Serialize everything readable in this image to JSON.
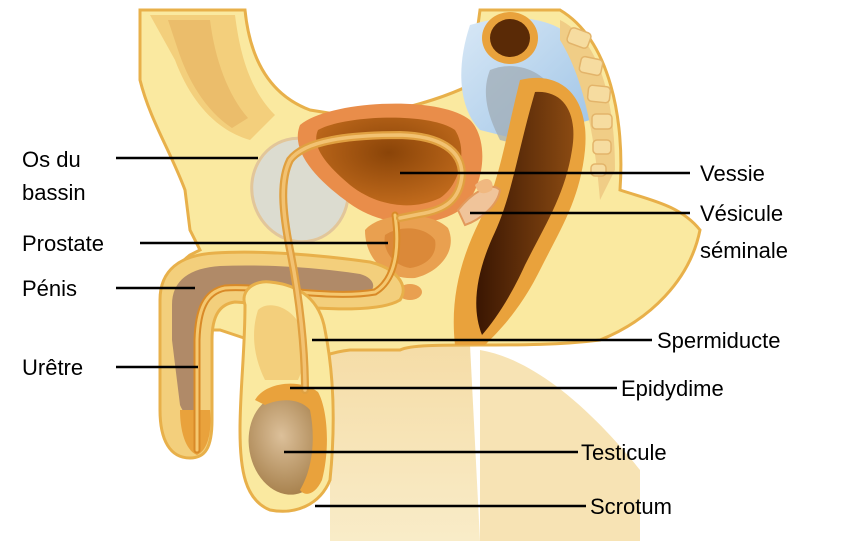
{
  "labels": {
    "pelvic_bone_line1": "Os du",
    "pelvic_bone_line2": "bassin",
    "prostate": "Prostate",
    "penis": "Pénis",
    "urethra": "Urêtre",
    "bladder": "Vessie",
    "seminal_vesicle_line1": "Vésicule",
    "seminal_vesicle_line2": "séminale",
    "vas_deferens": "Spermiducte",
    "epididymis": "Epidydime",
    "testicle": "Testicule",
    "scrotum": "Scrotum"
  },
  "colors": {
    "body_outline": "#e8b04a",
    "body_fill": "#fae9a0",
    "inner_fill": "#f7d77a",
    "bladder_outer": "#e98d4a",
    "bladder_inner": "#a45a10",
    "rectum_outer": "#e9a23c",
    "rectum_inner": "#5a2a06",
    "bone": "#dcdcd0",
    "intestine_blue": "#bcd6ee",
    "testicle": "#c9a26e",
    "vas_deferens": "#e0a040",
    "skin_lower": "#f2d79e"
  }
}
